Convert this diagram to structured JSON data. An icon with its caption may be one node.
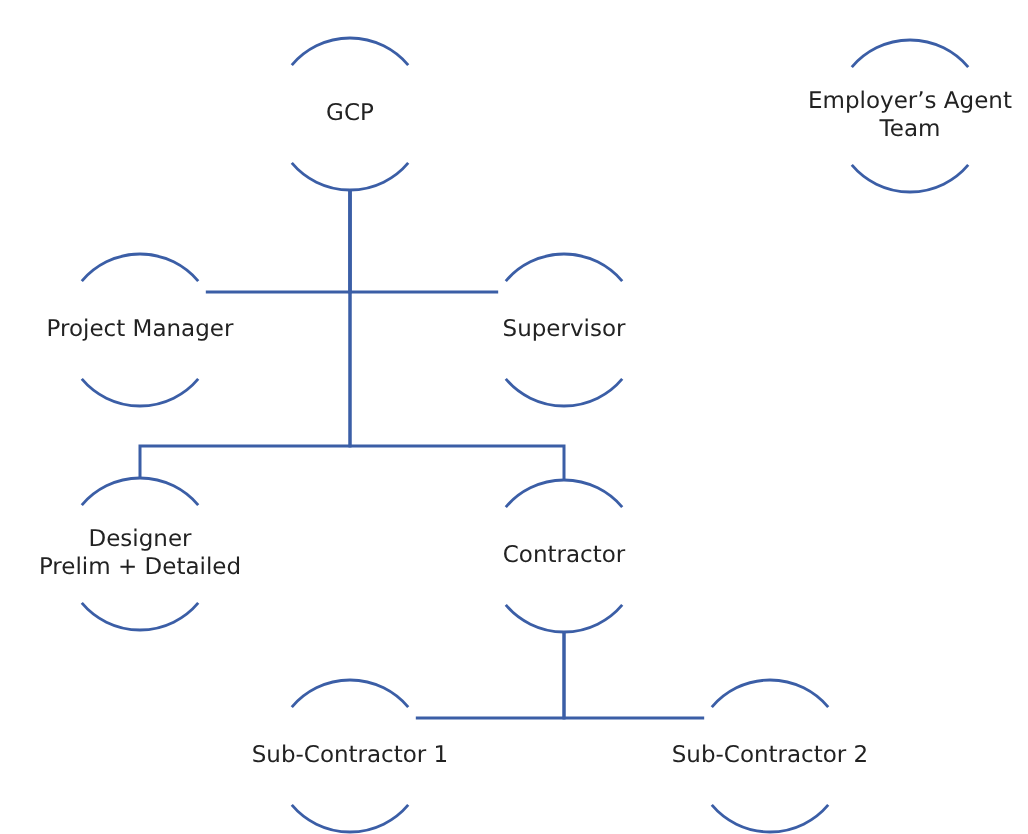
{
  "diagram": {
    "nodes": [
      {
        "text": [
          "GCP"
        ]
      },
      {
        "text": [
          "Employer’s Agent Team"
        ]
      },
      {
        "text": [
          "Project Manager"
        ]
      },
      {
        "text": [
          "Supervisor"
        ]
      },
      {
        "text": [
          "Designer",
          "Prelim + Detailed"
        ]
      },
      {
        "text": [
          "Contractor"
        ]
      },
      {
        "text": [
          "Sub-Contractor 1"
        ]
      },
      {
        "text": [
          "Sub-Contractor 2"
        ]
      }
    ],
    "edges": [
      {
        "from": 0,
        "to": 2,
        "arrow": "none"
      },
      {
        "from": 0,
        "to": 3,
        "arrow": "none"
      },
      {
        "from": 0,
        "to": 4,
        "arrow": "none"
      },
      {
        "from": 0,
        "to": 5,
        "arrow": "none"
      },
      {
        "from": 5,
        "to": 6,
        "arrow": "none"
      },
      {
        "from": 5,
        "to": 7,
        "arrow": "none"
      }
    ]
  }
}
